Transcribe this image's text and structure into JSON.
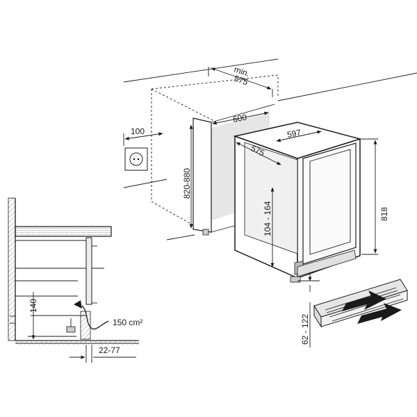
{
  "dimensions": {
    "min_label": "min.",
    "niche_depth": "575",
    "niche_width": "600",
    "outlet_offset": "100",
    "niche_height": "820-880",
    "appliance_width": "597",
    "appliance_depth": "575",
    "appliance_height": "818",
    "plinth_height_range": "104 - 164",
    "foot_adjust_range": "62 - 122",
    "vent_height": "140",
    "vent_area": "150 cm²",
    "vent_offset": "22-77"
  },
  "colors": {
    "line": "#1a1a1a",
    "fill_gray": "#e8e8e8",
    "fill_white": "#ffffff"
  }
}
